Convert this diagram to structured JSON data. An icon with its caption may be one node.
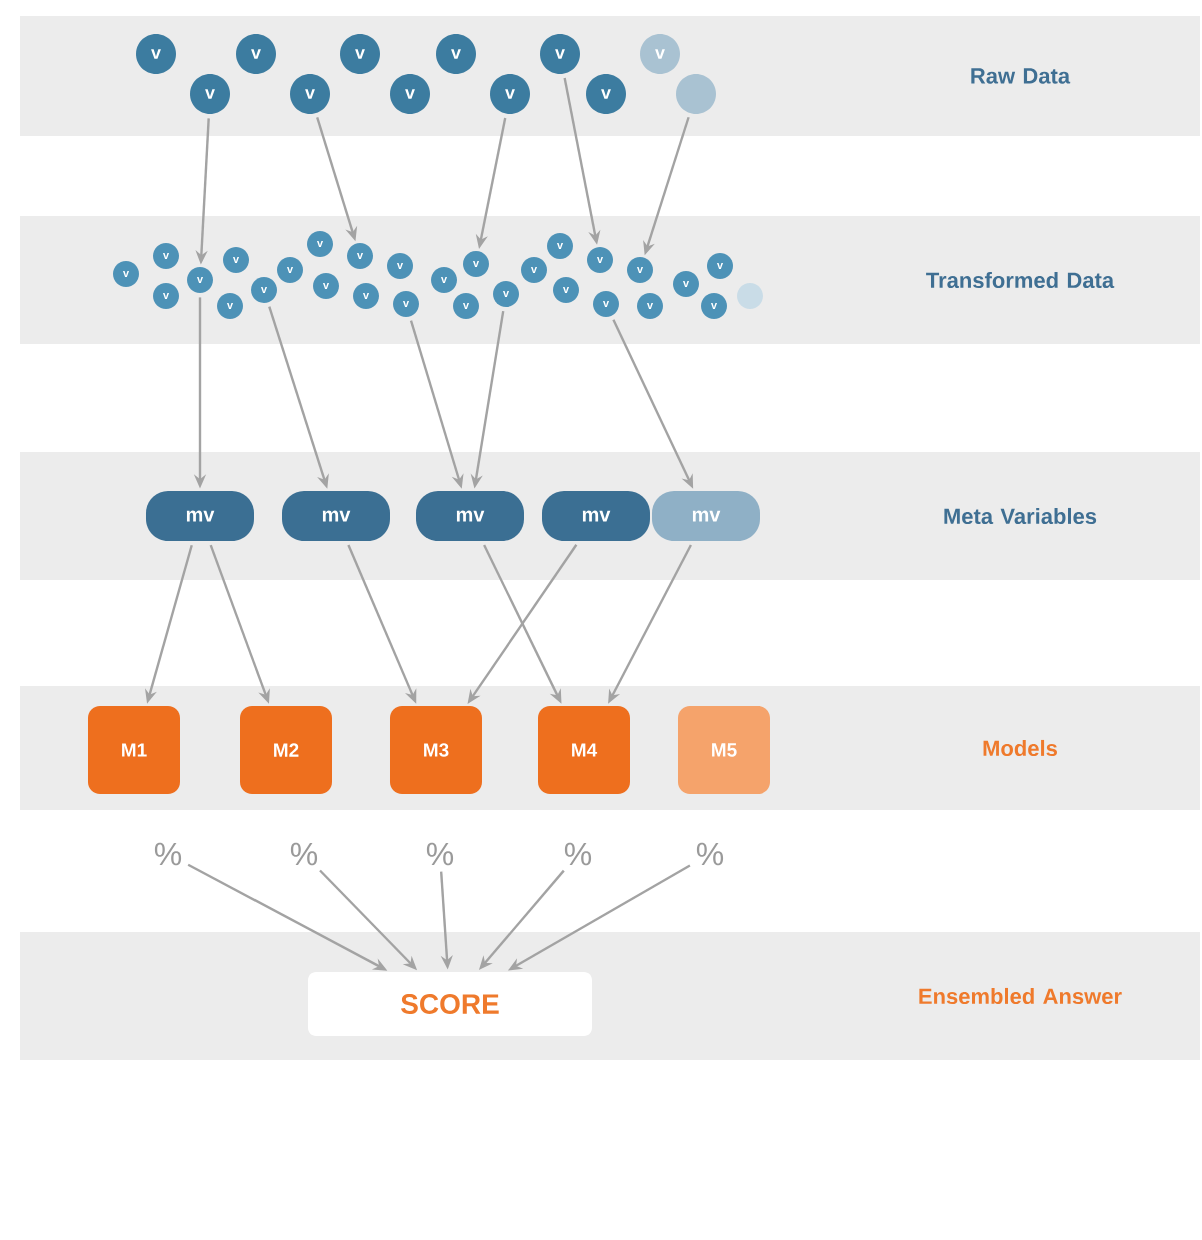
{
  "diagram": {
    "nodes": [
      {
        "text": [
          "Raw Data"
        ]
      },
      {
        "text": [
          "v"
        ],
        "in": 0
      },
      {
        "text": [
          "v"
        ],
        "in": 0
      },
      {
        "text": [
          "v"
        ],
        "in": 0
      },
      {
        "text": [
          "v"
        ],
        "in": 0
      },
      {
        "text": [
          "v"
        ],
        "in": 0
      },
      {
        "text": [
          "v"
        ],
        "in": 0
      },
      {
        "text": [
          "v"
        ],
        "in": 0
      },
      {
        "text": [
          "v"
        ],
        "in": 0
      },
      {
        "text": [
          "v"
        ],
        "in": 0
      },
      {
        "text": [
          "v"
        ],
        "in": 0
      },
      {
        "text": [
          "v"
        ],
        "in": 0
      },
      {
        "text": [],
        "shape": "circle",
        "in": 0
      },
      {
        "text": [
          "Transformed Data"
        ]
      },
      {
        "text": [
          "v"
        ],
        "in": 13
      },
      {
        "text": [
          "v"
        ],
        "in": 13
      },
      {
        "text": [
          "v"
        ],
        "in": 13
      },
      {
        "text": [
          "v"
        ],
        "in": 13
      },
      {
        "text": [
          "v"
        ],
        "in": 13
      },
      {
        "text": [
          "v"
        ],
        "in": 13
      },
      {
        "text": [
          "v"
        ],
        "in": 13
      },
      {
        "text": [
          "v"
        ],
        "in": 13
      },
      {
        "text": [
          "v"
        ],
        "in": 13
      },
      {
        "text": [
          "v"
        ],
        "in": 13
      },
      {
        "text": [
          "v"
        ],
        "in": 13
      },
      {
        "text": [
          "v"
        ],
        "in": 13
      },
      {
        "text": [
          "v"
        ],
        "in": 13
      },
      {
        "text": [
          "v"
        ],
        "in": 13
      },
      {
        "text": [
          "v"
        ],
        "in": 13
      },
      {
        "text": [
          "v"
        ],
        "in": 13
      },
      {
        "text": [
          "v"
        ],
        "in": 13
      },
      {
        "text": [
          "v"
        ],
        "in": 13
      },
      {
        "text": [
          "v"
        ],
        "in": 13
      },
      {
        "text": [
          "v"
        ],
        "in": 13
      },
      {
        "text": [
          "v"
        ],
        "in": 13
      },
      {
        "text": [
          "v"
        ],
        "in": 13
      },
      {
        "text": [
          "v"
        ],
        "in": 13
      },
      {
        "text": [
          "v"
        ],
        "in": 13
      },
      {
        "text": [
          "v"
        ],
        "in": 13
      },
      {
        "text": [
          "v"
        ],
        "in": 13
      },
      {
        "text": [
          "v"
        ],
        "in": 13
      },
      {
        "text": [
          "v"
        ],
        "in": 13
      },
      {
        "text": [],
        "shape": "circle",
        "in": 13
      },
      {
        "text": [
          "Meta Variables"
        ]
      },
      {
        "text": [
          "mv"
        ],
        "in": 43
      },
      {
        "text": [
          "mv"
        ],
        "in": 43
      },
      {
        "text": [
          "mv"
        ],
        "in": 43
      },
      {
        "text": [
          "mv"
        ],
        "in": 43
      },
      {
        "text": [
          "mv"
        ],
        "in": 43
      },
      {
        "text": [
          "Models"
        ]
      },
      {
        "text": [
          "M1"
        ],
        "in": 49
      },
      {
        "text": [
          "M2"
        ],
        "in": 49
      },
      {
        "text": [
          "M3"
        ],
        "in": 49
      },
      {
        "text": [
          "M4"
        ],
        "in": 49
      },
      {
        "text": [
          "M5"
        ],
        "in": 49
      },
      {
        "text": [
          "%"
        ]
      },
      {
        "text": [
          "%"
        ]
      },
      {
        "text": [
          "%"
        ]
      },
      {
        "text": [
          "%"
        ]
      },
      {
        "text": [
          "%"
        ]
      },
      {
        "text": [
          "Ensembled Answer"
        ]
      },
      {
        "text": [
          "SCORE"
        ],
        "in": 60
      }
    ],
    "edges": [
      {
        "from": 2,
        "to": 17,
        "arrow": "to"
      },
      {
        "from": 4,
        "to": 24,
        "arrow": "to"
      },
      {
        "from": 8,
        "to": 30,
        "arrow": "to"
      },
      {
        "from": 9,
        "to": 35,
        "arrow": "to"
      },
      {
        "from": 12,
        "to": 37,
        "arrow": "to"
      },
      {
        "from": 17,
        "to": 44,
        "arrow": "to"
      },
      {
        "from": 20,
        "to": 45,
        "arrow": "to"
      },
      {
        "from": 27,
        "to": 46,
        "arrow": "to"
      },
      {
        "from": 31,
        "to": 46,
        "arrow": "to"
      },
      {
        "from": 36,
        "to": 48,
        "arrow": "to"
      },
      {
        "from": 44,
        "to": 50,
        "arrow": "to"
      },
      {
        "from": 44,
        "to": 51,
        "arrow": "to"
      },
      {
        "from": 45,
        "to": 52,
        "arrow": "to"
      },
      {
        "from": 47,
        "to": 52,
        "arrow": "to"
      },
      {
        "from": 46,
        "to": 53,
        "arrow": "to"
      },
      {
        "from": 48,
        "to": 53,
        "arrow": "to"
      },
      {
        "from": 55,
        "to": 61,
        "arrow": "to"
      },
      {
        "from": 56,
        "to": 61,
        "arrow": "to"
      },
      {
        "from": 57,
        "to": 61,
        "arrow": "to"
      },
      {
        "from": 58,
        "to": 61,
        "arrow": "to"
      },
      {
        "from": 59,
        "to": 61,
        "arrow": "to"
      }
    ]
  }
}
